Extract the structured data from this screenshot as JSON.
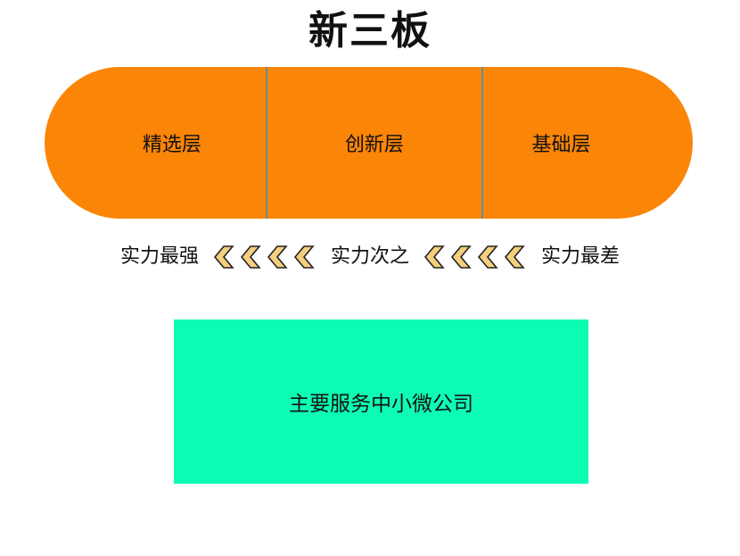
{
  "title": "新三板",
  "tiers": [
    {
      "label": "精选层"
    },
    {
      "label": "创新层"
    },
    {
      "label": "基础层"
    }
  ],
  "strength_scale": {
    "strongest": "实力最强",
    "middle": "实力次之",
    "weakest": "实力最差",
    "separator_icon": "chevron-left-icon",
    "chevrons_per_group": 4
  },
  "service_box": {
    "text": "主要服务中小微公司"
  },
  "colors": {
    "pill_fill": "#fb8507",
    "divider": "#5f8f9a",
    "chevron_fill": "#f4cf7d",
    "chevron_stroke": "#222222",
    "service_fill": "#0dfcb4"
  }
}
